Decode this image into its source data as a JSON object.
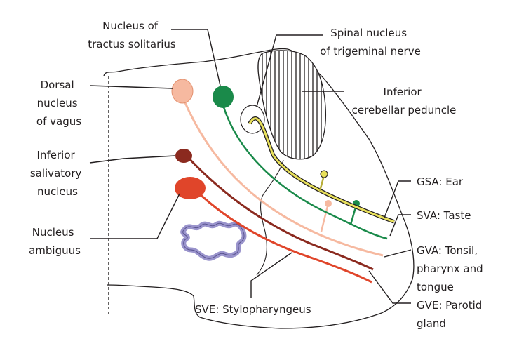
{
  "figure": {
    "labels": {
      "nts": [
        "Nucleus of",
        "tractus solitarius"
      ],
      "spinal_trigeminal": [
        "Spinal nucleus",
        "of trigeminal nerve"
      ],
      "inferior_cerebellar": [
        "Inferior",
        "cerebellar peduncle"
      ],
      "dorsal_vagus": [
        "Dorsal",
        "nucleus",
        "of vagus"
      ],
      "inferior_salivatory": [
        "Inferior",
        "salivatory",
        "nucleus"
      ],
      "ambiguus": [
        "Nucleus",
        "ambiguus"
      ],
      "gsa": "GSA: Ear",
      "sva": "SVA: Taste",
      "gva": [
        "GVA: Tonsil,",
        "pharynx and",
        "tongue"
      ],
      "gve": [
        "GVE: Parotid",
        "gland"
      ],
      "sve": "SVE: Stylopharyngeus"
    },
    "colors": {
      "outline": "#231f20",
      "dorsal_vagus": "#f6b9a0",
      "nts": "#1a8a4a",
      "inferior_salivatory": "#8b2a1f",
      "ambiguus": "#e0452a",
      "trigeminal": "#e8e05a",
      "olive": "#9a94cc"
    }
  }
}
